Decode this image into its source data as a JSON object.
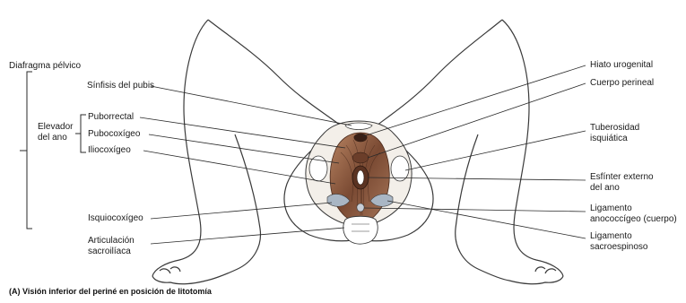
{
  "labels": {
    "diafragma_pelvico": "Diafragma pélvico",
    "sinfisis_pubis": "Sínfisis del pubis",
    "elevador_ano_line1": "Elevador",
    "elevador_ano_line2": "del ano",
    "puborrectal": "Puborrectal",
    "pubocoxigeo": "Pubocoxígeo",
    "iliocoxigeo": "Iliocoxígeo",
    "isquiocoxigeo": "Isquiocoxígeo",
    "articulacion_line1": "Articulación",
    "articulacion_line2": "sacroilíaca",
    "hiato_urogenital": "Hiato urogenital",
    "cuerpo_perineal": "Cuerpo perineal",
    "tuberosidad_line1": "Tuberosidad",
    "tuberosidad_line2": "isquiática",
    "esfinter_line1": "Esfínter externo",
    "esfinter_line2": "del ano",
    "lig_anococcigeo_line1": "Ligamento",
    "lig_anococcigeo_line2": "anococcígeo (cuerpo)",
    "lig_sacroespinoso_line1": "Ligamento",
    "lig_sacroespinoso_line2": "sacroespinoso"
  },
  "caption": "(A) Visión inferior del periné en posición de litotomía",
  "colors": {
    "outline": "#3a3a3a",
    "leader_line": "#2a2a2a",
    "muscle_dark": "#6b3e2a",
    "muscle_mid": "#9a6448",
    "muscle_light": "#c99a7a",
    "ligament_blue": "#a9b6c4",
    "bone": "#ffffff"
  }
}
